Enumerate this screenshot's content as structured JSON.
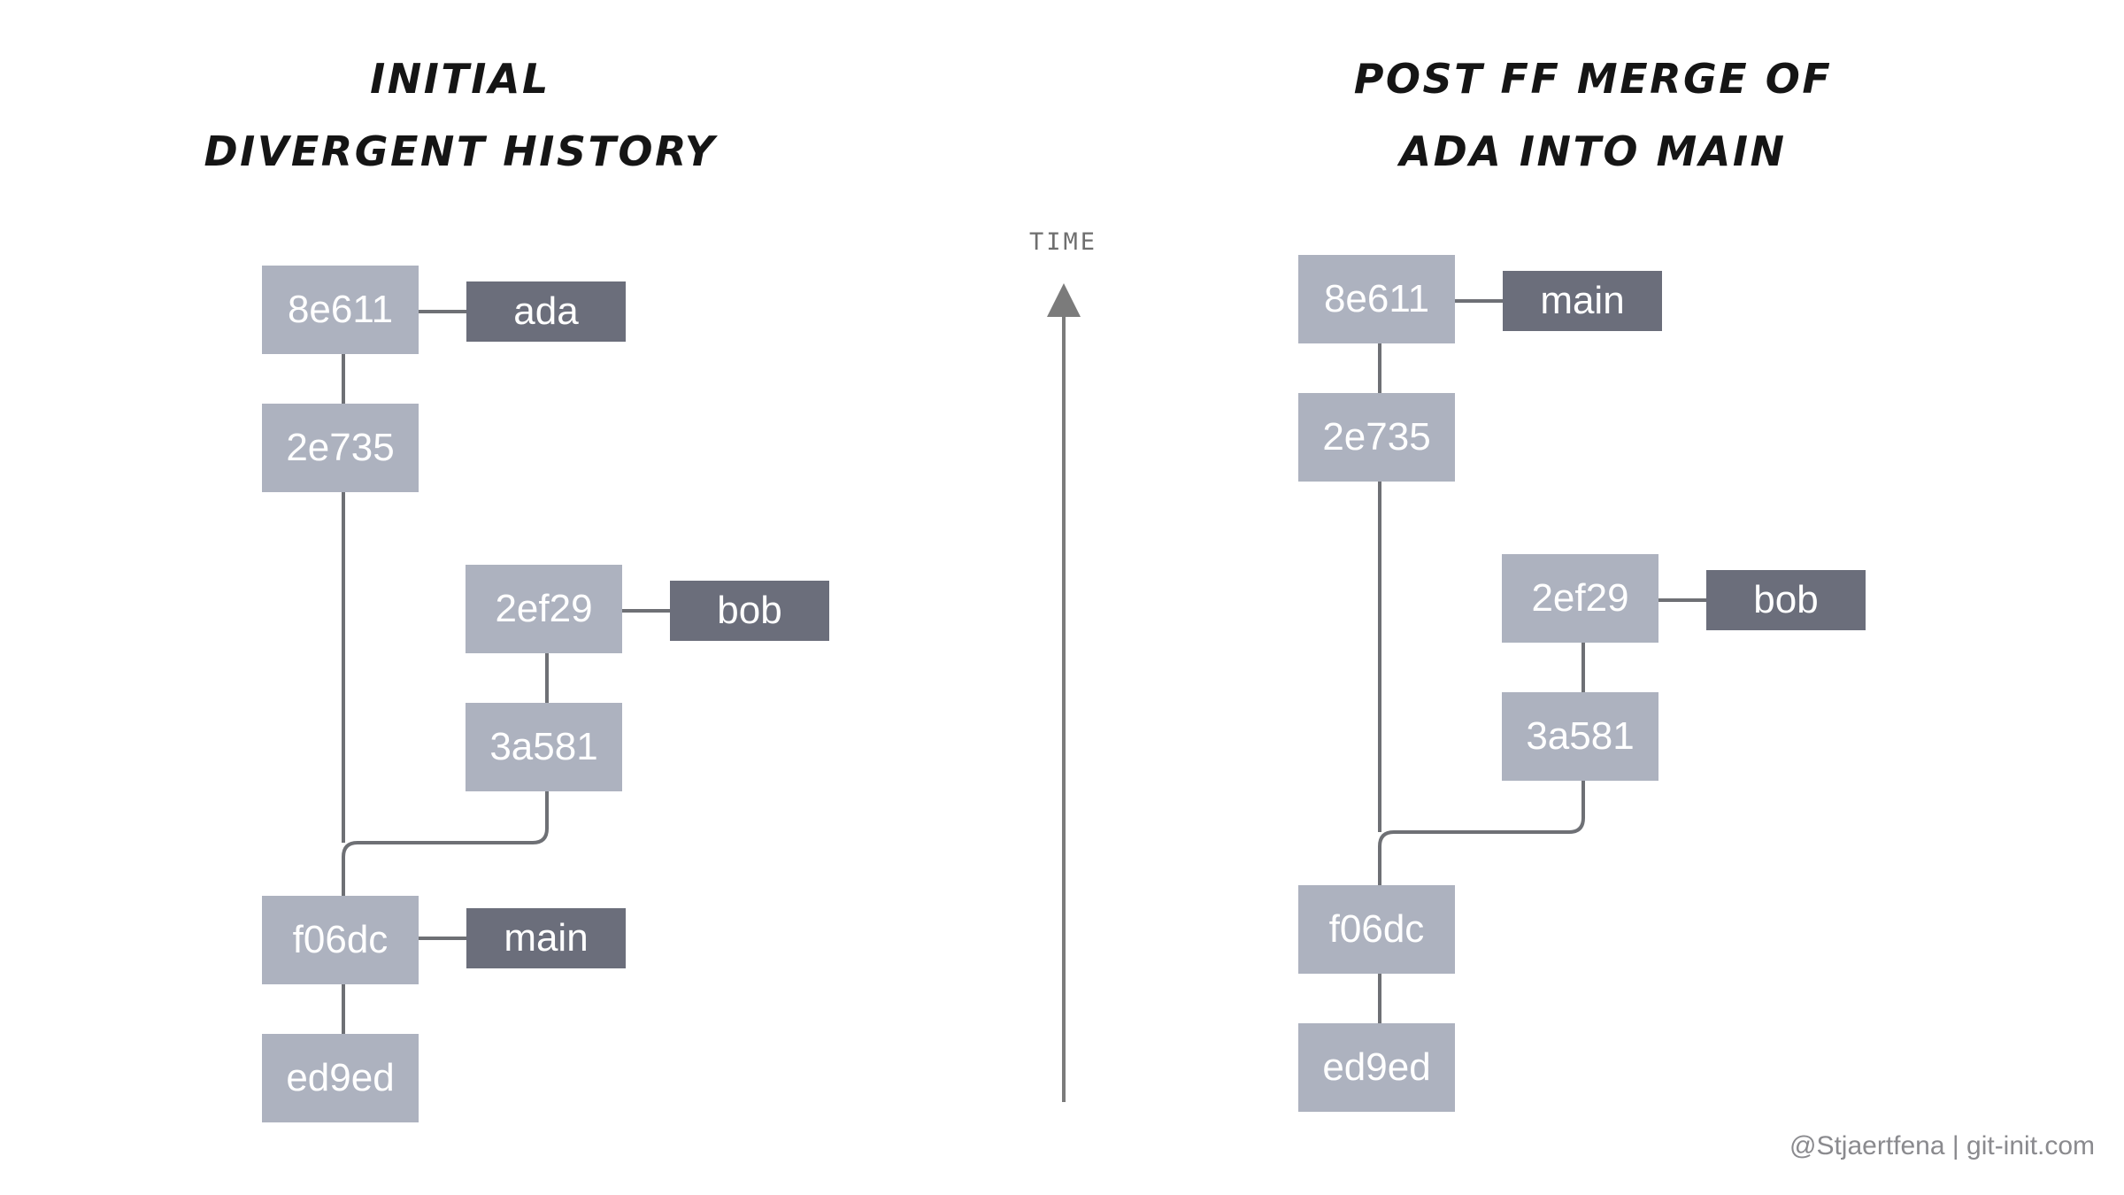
{
  "panels": [
    {
      "id": "left",
      "title_lines": [
        "INITIAL",
        "DIVERGENT HISTORY"
      ],
      "commits": [
        {
          "sha": "8e611",
          "branch_label": "ada"
        },
        {
          "sha": "2e735",
          "branch_label": null
        },
        {
          "sha": "2ef29",
          "branch_label": "bob"
        },
        {
          "sha": "3a581",
          "branch_label": null
        },
        {
          "sha": "f06dc",
          "branch_label": "main"
        },
        {
          "sha": "ed9ed",
          "branch_label": null
        }
      ]
    },
    {
      "id": "right",
      "title_lines": [
        "POST FF MERGE OF",
        "ADA INTO MAIN"
      ],
      "commits": [
        {
          "sha": "8e611",
          "branch_label": "main"
        },
        {
          "sha": "2e735",
          "branch_label": null
        },
        {
          "sha": "2ef29",
          "branch_label": "bob"
        },
        {
          "sha": "3a581",
          "branch_label": null
        },
        {
          "sha": "f06dc",
          "branch_label": null
        },
        {
          "sha": "ed9ed",
          "branch_label": null
        }
      ]
    }
  ],
  "time_axis": {
    "label": "TIME",
    "direction": "up"
  },
  "footer": {
    "credit": "@Stjaertfena | git-init.com"
  },
  "colors": {
    "commit_box": "#adb2bf",
    "branch_box": "#6b6e7b",
    "edge": "#6e7075",
    "axis": "#7b7b7b",
    "title_text": "#151515",
    "footer_text": "#8a8a8e",
    "node_text": "#ffffff",
    "background": "#ffffff"
  }
}
